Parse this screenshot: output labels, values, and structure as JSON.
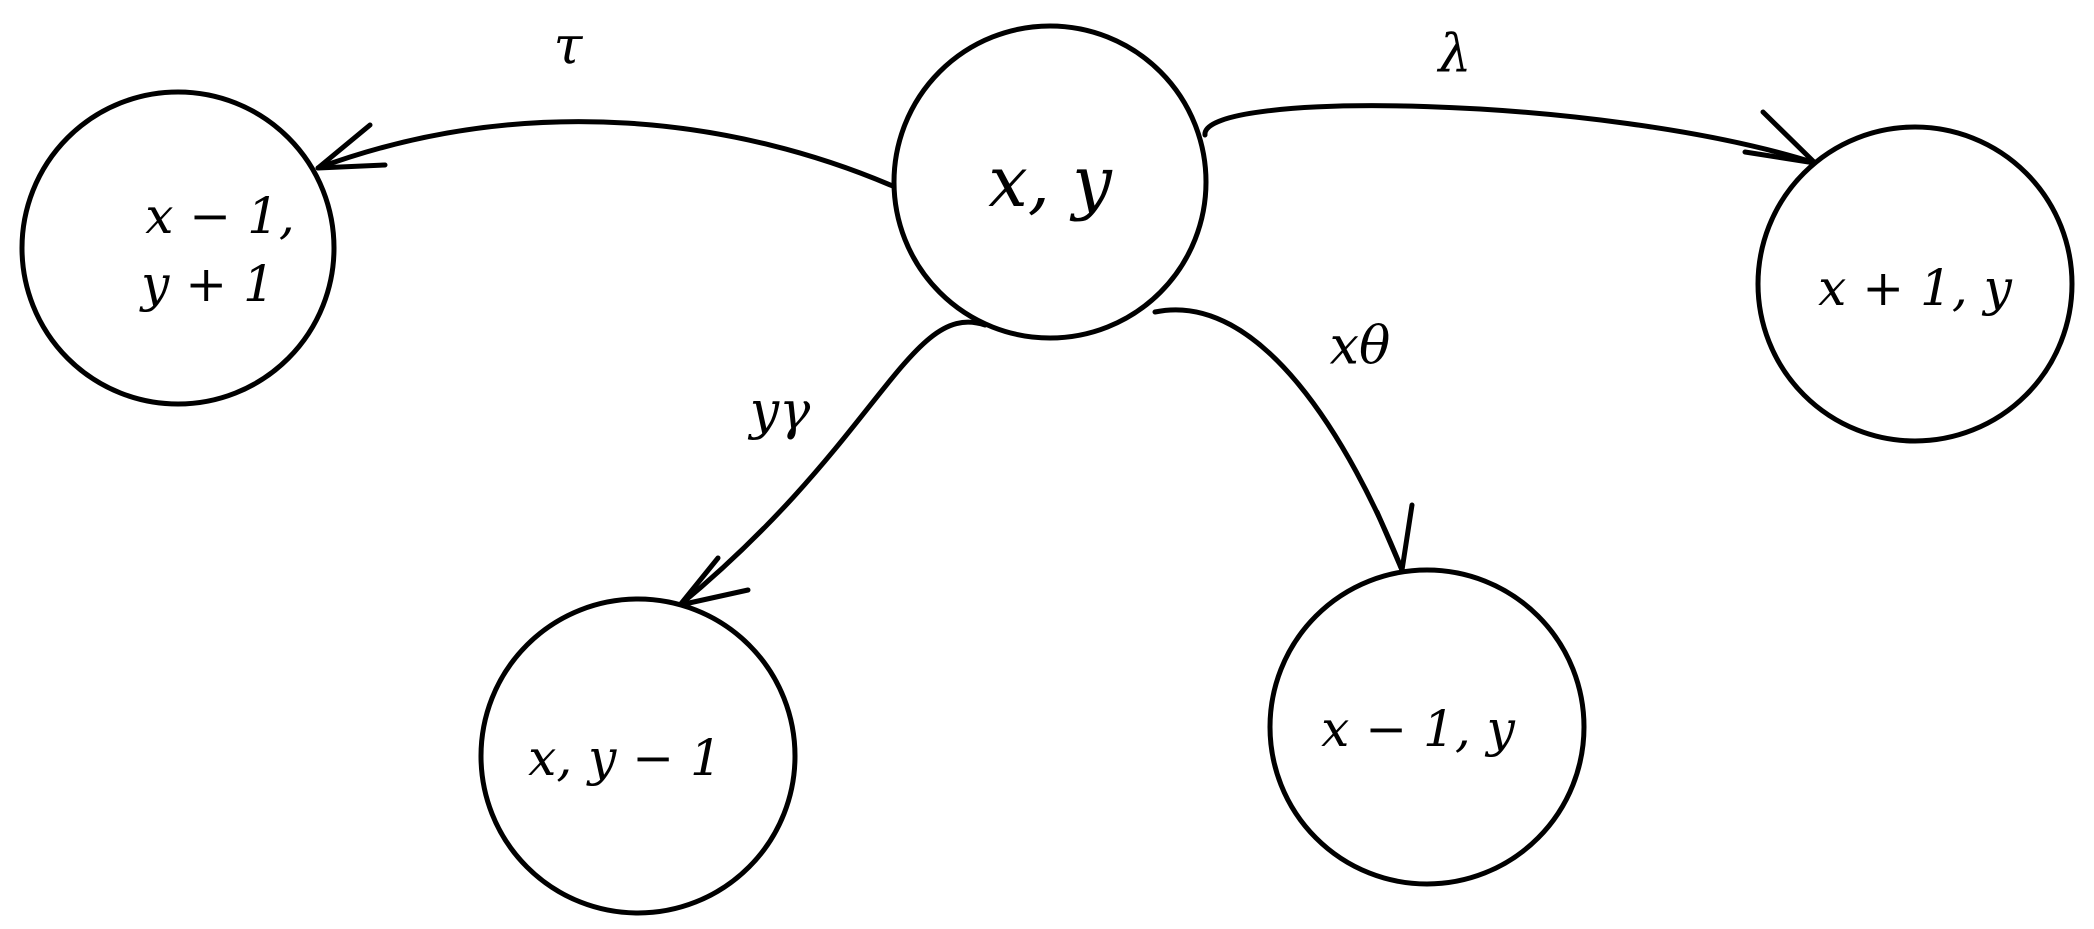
{
  "nodes": {
    "center": {
      "label": "x, y"
    },
    "top_left": {
      "line1": "x − 1,",
      "line2": "y + 1"
    },
    "right": {
      "label": "x + 1, y"
    },
    "bottom_left": {
      "label": "x, y − 1"
    },
    "bottom_right": {
      "label": "x − 1, y"
    }
  },
  "edges": {
    "to_top_left": {
      "label": "τ"
    },
    "to_right": {
      "label": "λ"
    },
    "to_bottom_left": {
      "label": "yγ"
    },
    "to_bottom_right": {
      "label": "xθ"
    }
  }
}
